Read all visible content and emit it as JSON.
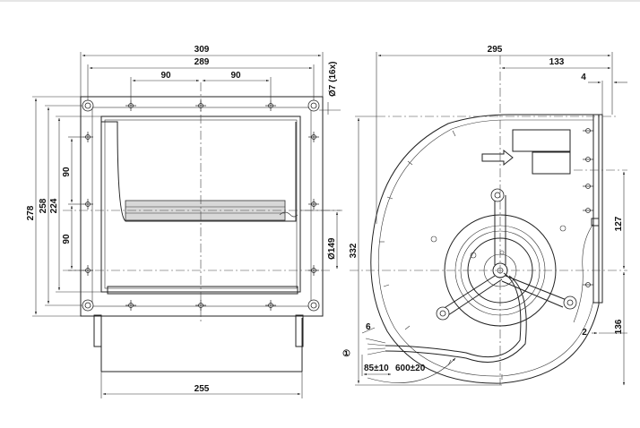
{
  "left_view": {
    "dims": {
      "width_total": "309",
      "width_holes": "289",
      "pitch_left": "90",
      "pitch_right": "90",
      "hole_dia": "Ø7 (16x)",
      "height_total": "278",
      "height_258": "258",
      "height_224": "224",
      "vpitch_upper": "90",
      "vpitch_lower": "90",
      "outlet_dia": "Ø149",
      "base_width": "255"
    }
  },
  "right_view": {
    "dims": {
      "width_total": "295",
      "width_133": "133",
      "offset_4": "4",
      "height_332": "332",
      "height_127": "127",
      "offset_2": "2",
      "height_136": "136",
      "cable_6": "6",
      "cable_label": "①",
      "cable_85": "85±10",
      "cable_600": "600±20"
    }
  }
}
